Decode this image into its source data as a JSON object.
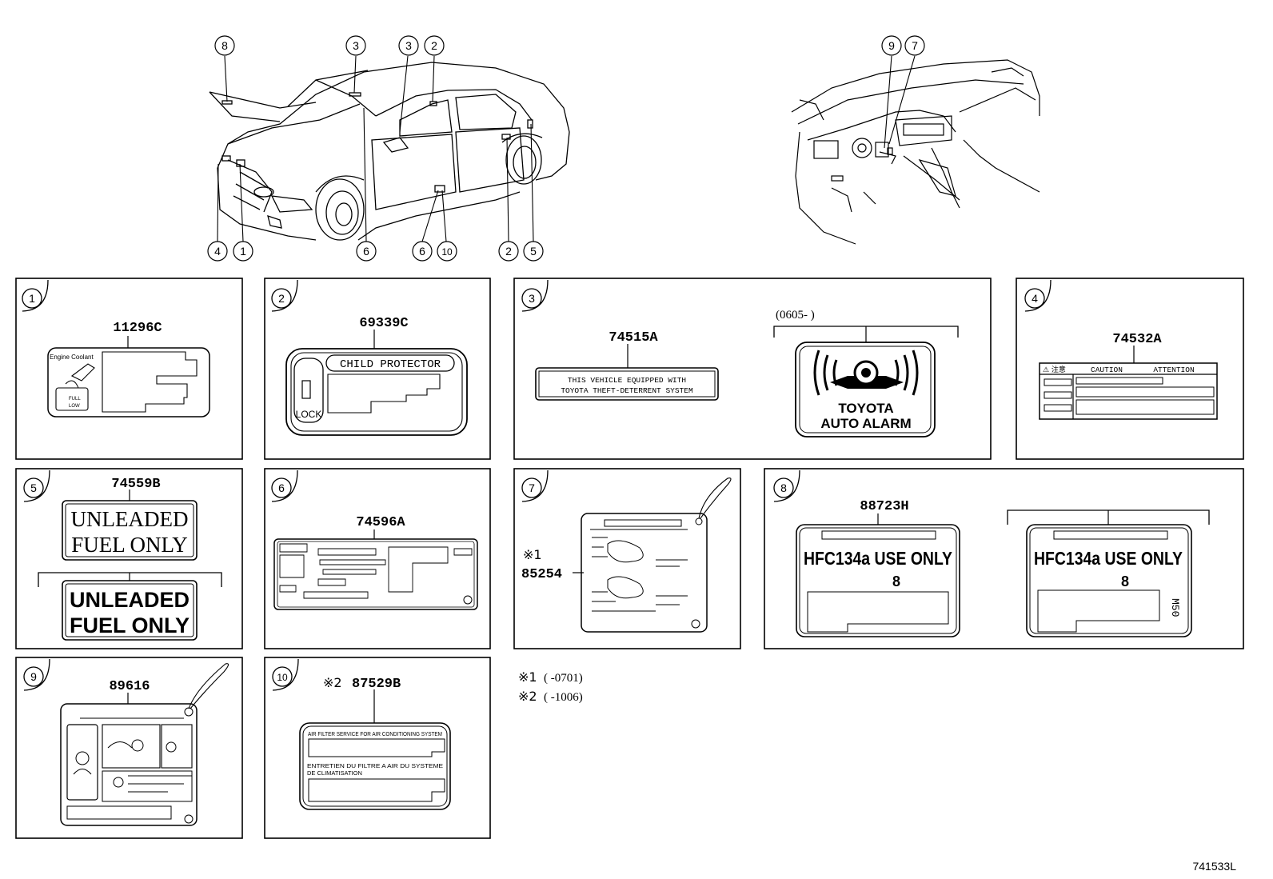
{
  "callouts": {
    "top_left_car": [
      "8",
      "3",
      "3",
      "2",
      "4",
      "1",
      "6",
      "6",
      "10",
      "2",
      "5"
    ],
    "top_right_interior": [
      "9",
      "7"
    ]
  },
  "panels": {
    "p1": {
      "index": "1",
      "part": "11296C",
      "text_engine_coolant": "Engine Coolant",
      "text_full": "FULL",
      "text_low": "LOW"
    },
    "p2": {
      "index": "2",
      "part": "69339C",
      "text_child": "CHILD PROTECTOR",
      "text_lock": "LOCK"
    },
    "p3": {
      "index": "3",
      "part": "74515A",
      "range": "(0605-        )",
      "line1": "THIS VEHICLE EQUIPPED WITH",
      "line2": "TOYOTA THEFT-DETERRENT SYSTEM",
      "alarm1": "TOYOTA",
      "alarm2": "AUTO ALARM"
    },
    "p4": {
      "index": "4",
      "part": "74532A",
      "caution": "CAUTION",
      "attention": "ATTENTION",
      "warn": "⚠ 注意"
    },
    "p5": {
      "index": "5",
      "part": "74559B",
      "a1": "UNLEADED",
      "a2": "FUEL ONLY",
      "b1": "UNLEADED",
      "b2": "FUEL ONLY"
    },
    "p6": {
      "index": "6",
      "part": "74596A"
    },
    "p7": {
      "index": "7",
      "mark": "※1",
      "part": "85254"
    },
    "p8": {
      "index": "8",
      "part": "88723H",
      "hfc": "HFC134a USE ONLY",
      "oil": "8",
      "code": "M50"
    },
    "p9": {
      "index": "9",
      "part": "89616"
    },
    "p10": {
      "index": "10",
      "mark": "※2",
      "part": "87529B",
      "en": "AIR FILTER SERVICE FOR AIR CONDITIONING SYSTEM",
      "fr1": "ENTRETIEN DU FILTRE A AIR DU SYSTEME",
      "fr2": "DE CLIMATISATION"
    }
  },
  "notes": [
    {
      "mark": "※1",
      "text": "(        -0701)"
    },
    {
      "mark": "※2",
      "text": "(        -1006)"
    }
  ],
  "diagram_code": "741533L"
}
